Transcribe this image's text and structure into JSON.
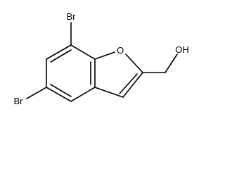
{
  "molecule": {
    "atom_labels": {
      "br_top": "Br",
      "br_left": "Br",
      "oxygen_ring": "O",
      "hydroxyl": "OH"
    }
  }
}
